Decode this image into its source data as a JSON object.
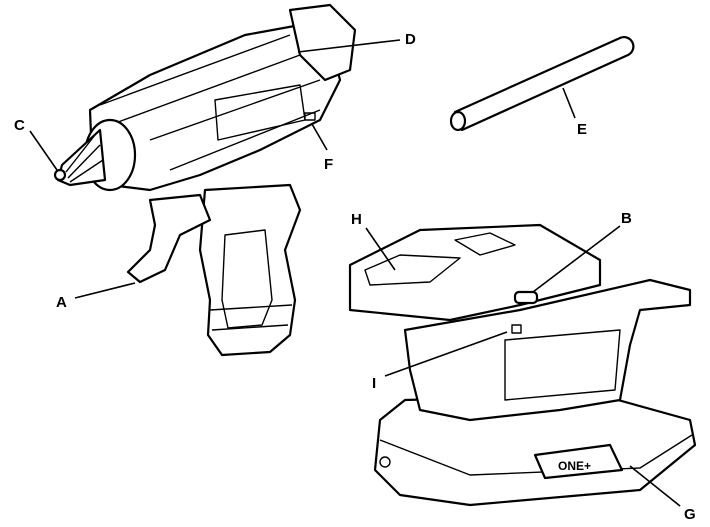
{
  "labels": {
    "A": "A",
    "B": "B",
    "C": "C",
    "D": "D",
    "E": "E",
    "F": "F",
    "G": "G",
    "H": "H",
    "I": "I"
  },
  "logo": "ONE+"
}
